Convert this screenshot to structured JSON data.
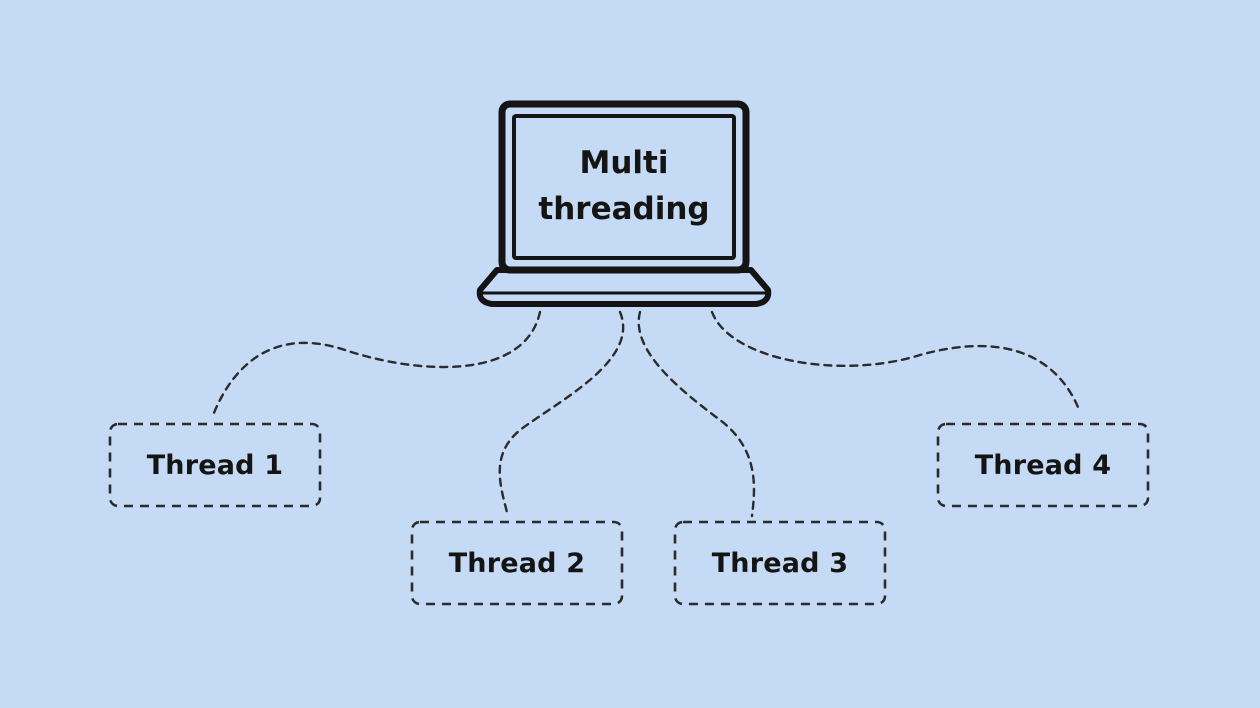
{
  "diagram": {
    "center": {
      "line1": "Multi",
      "line2": "threading"
    },
    "threads": [
      {
        "label": "Thread 1"
      },
      {
        "label": "Thread 2"
      },
      {
        "label": "Thread 3"
      },
      {
        "label": "Thread 4"
      }
    ]
  },
  "colors": {
    "background": "#c5daf4",
    "ink": "#141414",
    "dash": "#2b2b2b"
  },
  "icons": {
    "center": "laptop-icon"
  }
}
